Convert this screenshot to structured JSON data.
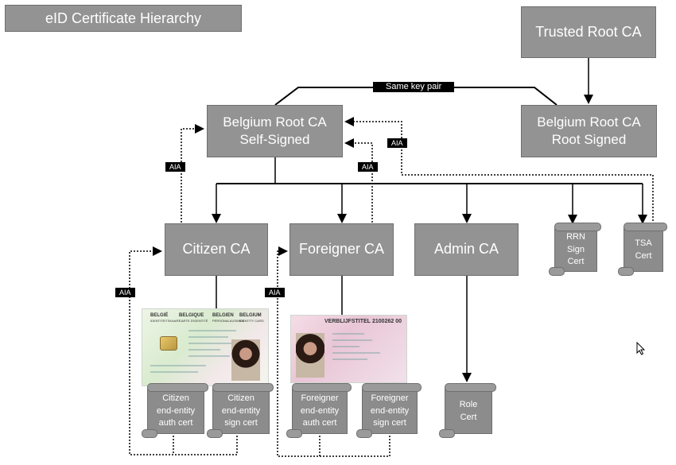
{
  "title": "eID Certificate Hierarchy",
  "nodes": {
    "trusted_root": "Trusted Root CA",
    "belgium_self": "Belgium Root CA\nSelf-Signed",
    "belgium_root_signed": "Belgium Root CA\nRoot Signed",
    "citizen_ca": "Citizen CA",
    "foreigner_ca": "Foreigner CA",
    "admin_ca": "Admin CA"
  },
  "certs": {
    "rrn": "RRN\nSign\nCert",
    "tsa": "TSA\nCert",
    "citizen_auth": "Citizen\nend-entity\nauth cert",
    "citizen_sign": "Citizen\nend-entity\nsign cert",
    "foreigner_auth": "Foreigner\nend-entity\nauth cert",
    "foreigner_sign": "Foreigner\nend-entity\nsign cert",
    "role": "Role\nCert"
  },
  "labels": {
    "same_key_pair": "Same key pair",
    "aia": "AIA"
  },
  "id_card": {
    "country_headers": [
      "BELGIË",
      "BELGIQUE",
      "BELGIEN",
      "BELGIUM"
    ],
    "type_headers": [
      "IDENTITEITSKAART",
      "CARTE D'IDENTITÉ",
      "PERSONALAUSWEIS",
      "IDENTITY CARD"
    ]
  },
  "residence_card": {
    "header": "VERBLIJFSTITEL",
    "number": "2100262 00"
  },
  "icons": {
    "cursor": "mouse-pointer-icon"
  }
}
